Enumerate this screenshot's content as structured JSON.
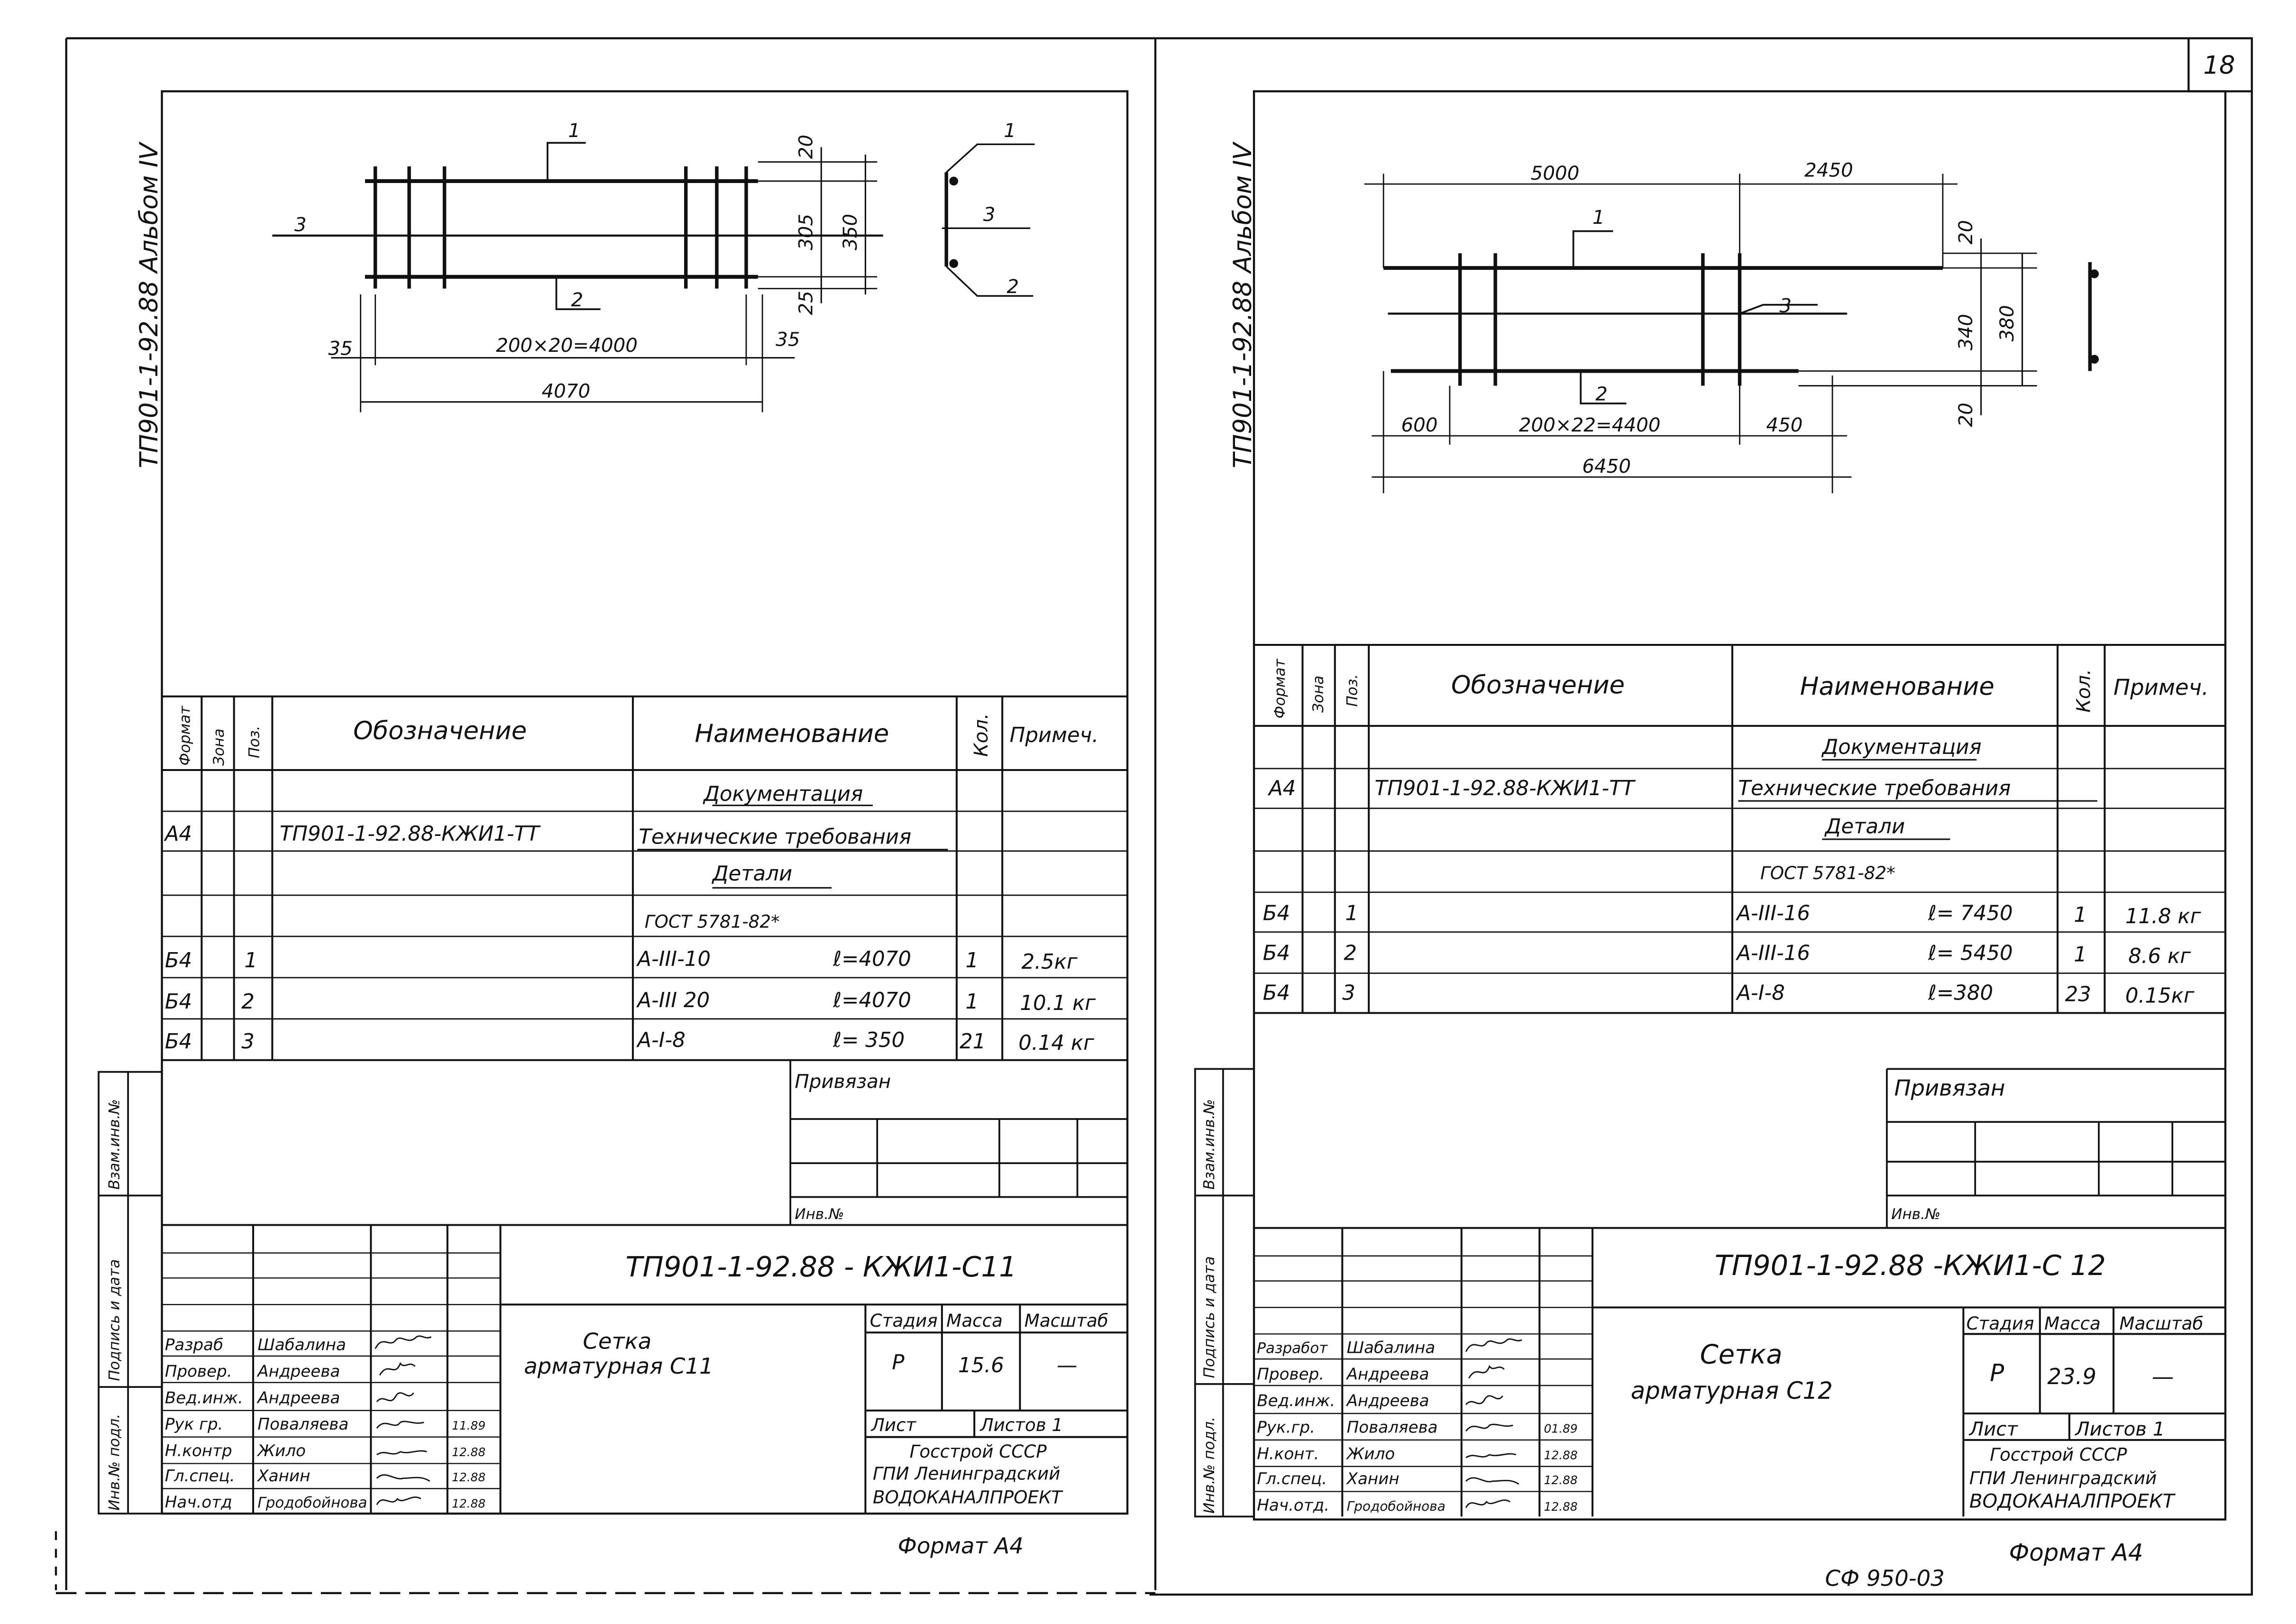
{
  "page_number": "18",
  "bottom_code": "СФ 950-03",
  "sheets": [
    {
      "side_label": "ТП901-1-92.88 Альбом IV",
      "drawing": {
        "top_dims": [],
        "right_dims": [
          "20",
          "305",
          "350",
          "25"
        ],
        "bottom_dims": [
          "35",
          "200×20=4000",
          "35"
        ],
        "total_dim": "4070",
        "positions": [
          "1",
          "2",
          "3"
        ],
        "section_positions": [
          "1",
          "3",
          "2"
        ]
      },
      "spec": {
        "headers": [
          "Формат",
          "Зона",
          "Поз.",
          "Обозначение",
          "Наименование",
          "Кол.",
          "Примеч."
        ],
        "rows": [
          {
            "format": "",
            "zone": "",
            "pos": "",
            "designation": "",
            "name": "Документация",
            "length": "",
            "qty": "",
            "note": "",
            "section": true
          },
          {
            "format": "А4",
            "zone": "",
            "pos": "",
            "designation": "ТП901-1-92.88-КЖИ1-ТТ",
            "name": "Технические требования",
            "length": "",
            "qty": "",
            "note": "",
            "underline": true
          },
          {
            "format": "",
            "zone": "",
            "pos": "",
            "designation": "",
            "name": "Детали",
            "length": "",
            "qty": "",
            "note": "",
            "section": true
          },
          {
            "format": "",
            "zone": "",
            "pos": "",
            "designation": "",
            "name": "ГОСТ 5781-82*",
            "length": "",
            "qty": "",
            "note": ""
          },
          {
            "format": "Б4",
            "zone": "",
            "pos": "1",
            "designation": "",
            "name": "А-III-10",
            "length": "ℓ=4070",
            "qty": "1",
            "note": "2.5кг"
          },
          {
            "format": "Б4",
            "zone": "",
            "pos": "2",
            "designation": "",
            "name": "А-III 20",
            "length": "ℓ=4070",
            "qty": "1",
            "note": "10.1 кг"
          },
          {
            "format": "Б4",
            "zone": "",
            "pos": "3",
            "designation": "",
            "name": "А-I-8",
            "length": "ℓ= 350",
            "qty": "21",
            "note": "0.14 кг"
          }
        ]
      },
      "binding": {
        "title": "Привязан",
        "inv": "Инв.№"
      },
      "side_stamp": [
        "Инв.№ подл.",
        "Подпись и дата",
        "Взам.инв.№"
      ],
      "title_block": {
        "code": "ТП901-1-92.88 - КЖИ1-С11",
        "name_line1": "Сетка",
        "name_line2": "арматурная С11",
        "col_labels": [
          "Стадия",
          "Масса",
          "Масштаб"
        ],
        "stage": "Р",
        "mass": "15.6",
        "scale": "—",
        "sheet_label": "Лист",
        "sheets_label": "Листов 1",
        "org_line1": "Госстрой СССР",
        "org_line2": "ГПИ Ленинградский",
        "org_line3": "ВОДОКАНАЛПРОЕКТ",
        "staff": [
          {
            "role": "Разраб",
            "name": "Шабалина",
            "date": ""
          },
          {
            "role": "Провер.",
            "name": "Андреева",
            "date": ""
          },
          {
            "role": "Вед.инж.",
            "name": "Андреева",
            "date": ""
          },
          {
            "role": "Рук гр.",
            "name": "Поваляева",
            "date": "11.89"
          },
          {
            "role": "Н.контр",
            "name": "Жило",
            "date": "12.88"
          },
          {
            "role": "Гл.спец.",
            "name": "Ханин",
            "date": "12.88"
          },
          {
            "role": "Нач.отд",
            "name": "Гродобойнова",
            "date": "12.88"
          }
        ]
      },
      "format_label": "Формат А4"
    },
    {
      "side_label": "ТП901-1-92.88 Альбом IV",
      "drawing": {
        "top_dims": [
          "5000",
          "2450"
        ],
        "right_dims": [
          "20",
          "340",
          "380",
          "20"
        ],
        "bottom_dims": [
          "600",
          "200×22=4400",
          "450"
        ],
        "total_dim": "6450",
        "positions": [
          "1",
          "2",
          "3"
        ],
        "section_positions": []
      },
      "spec": {
        "headers": [
          "Формат",
          "Зона",
          "Поз.",
          "Обозначение",
          "Наименование",
          "Кол.",
          "Примеч."
        ],
        "rows": [
          {
            "format": "",
            "zone": "",
            "pos": "",
            "designation": "",
            "name": "Документация",
            "length": "",
            "qty": "",
            "note": "",
            "section": true
          },
          {
            "format": "А4",
            "zone": "",
            "pos": "",
            "designation": "ТП901-1-92.88-КЖИ1-ТТ",
            "name": "Технические требования",
            "length": "",
            "qty": "",
            "note": "",
            "underline": true
          },
          {
            "format": "",
            "zone": "",
            "pos": "",
            "designation": "",
            "name": "Детали",
            "length": "",
            "qty": "",
            "note": "",
            "section": true
          },
          {
            "format": "",
            "zone": "",
            "pos": "",
            "designation": "",
            "name": "ГОСТ 5781-82*",
            "length": "",
            "qty": "",
            "note": ""
          },
          {
            "format": "Б4",
            "zone": "",
            "pos": "1",
            "designation": "",
            "name": "А-III-16",
            "length": "ℓ= 7450",
            "qty": "1",
            "note": "11.8 кг"
          },
          {
            "format": "Б4",
            "zone": "",
            "pos": "2",
            "designation": "",
            "name": "А-III-16",
            "length": "ℓ= 5450",
            "qty": "1",
            "note": "8.6 кг"
          },
          {
            "format": "Б4",
            "zone": "",
            "pos": "3",
            "designation": "",
            "name": "А-I-8",
            "length": "ℓ=380",
            "qty": "23",
            "note": "0.15кг"
          }
        ]
      },
      "binding": {
        "title": "Привязан",
        "inv": "Инв.№"
      },
      "side_stamp": [
        "Инв.№ подл.",
        "Подпись и дата",
        "Взам.инв.№"
      ],
      "title_block": {
        "code": "ТП901-1-92.88 -КЖИ1-С 12",
        "name_line1": "Сетка",
        "name_line2": "арматурная С12",
        "col_labels": [
          "Стадия",
          "Масса",
          "Масштаб"
        ],
        "stage": "Р",
        "mass": "23.9",
        "scale": "—",
        "sheet_label": "Лист",
        "sheets_label": "Листов 1",
        "org_line1": "Госстрой СССР",
        "org_line2": "ГПИ Ленинградский",
        "org_line3": "ВОДОКАНАЛПРОЕКТ",
        "staff": [
          {
            "role": "Разработ",
            "name": "Шабалина",
            "date": ""
          },
          {
            "role": "Провер.",
            "name": "Андреева",
            "date": ""
          },
          {
            "role": "Вед.инж.",
            "name": "Андреева",
            "date": ""
          },
          {
            "role": "Рук.гр.",
            "name": "Поваляева",
            "date": "01.89"
          },
          {
            "role": "Н.конт.",
            "name": "Жило",
            "date": "12.88"
          },
          {
            "role": "Гл.спец.",
            "name": "Ханин",
            "date": "12.88"
          },
          {
            "role": "Нач.отд.",
            "name": "Гродобойнова",
            "date": "12.88"
          }
        ]
      },
      "format_label": "Формат А4"
    }
  ]
}
